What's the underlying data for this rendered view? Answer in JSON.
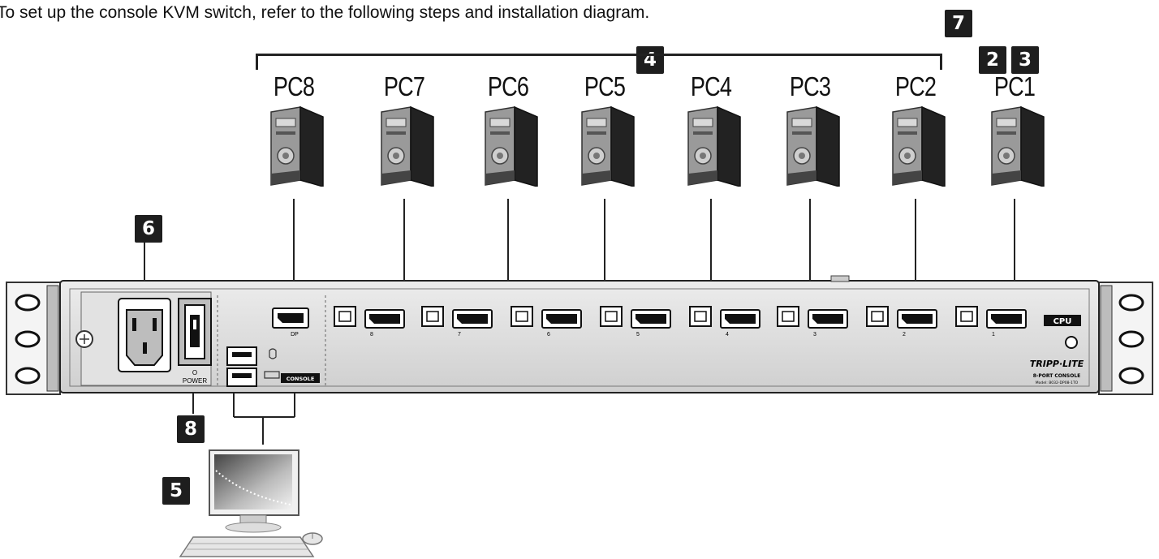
{
  "intro_text": "To set up the console KVM switch, refer to the following steps and installation diagram.",
  "step_badges": {
    "b7": "7",
    "b2": "2",
    "b3": "3",
    "b4": "4",
    "b6": "6",
    "b8": "8",
    "b5": "5"
  },
  "computers": [
    "PC8",
    "PC7",
    "PC6",
    "PC5",
    "PC4",
    "PC3",
    "PC2",
    "PC1"
  ],
  "panel": {
    "dp_label": "DP",
    "power_label": "POWER",
    "power_off_symbol": "O",
    "console_label": "CONSOLE",
    "cpu_label": "CPU",
    "port_numbers": [
      "8",
      "7",
      "6",
      "5",
      "4",
      "3",
      "2",
      "1"
    ],
    "brand": "TRIPP·LITE",
    "model_line": "8-PORT CONSOLE",
    "model_sub": "Model: B032-DP08-1TO"
  },
  "icons": {
    "computer": "tower-computer-icon",
    "monitor": "monitor-icon",
    "keyboard": "keyboard-icon",
    "mouse": "mouse-icon",
    "ground": "ground-screw-icon"
  },
  "colors": {
    "badge": "#1e1e1e",
    "panel": "#dcdcdc",
    "line": "#222222"
  }
}
